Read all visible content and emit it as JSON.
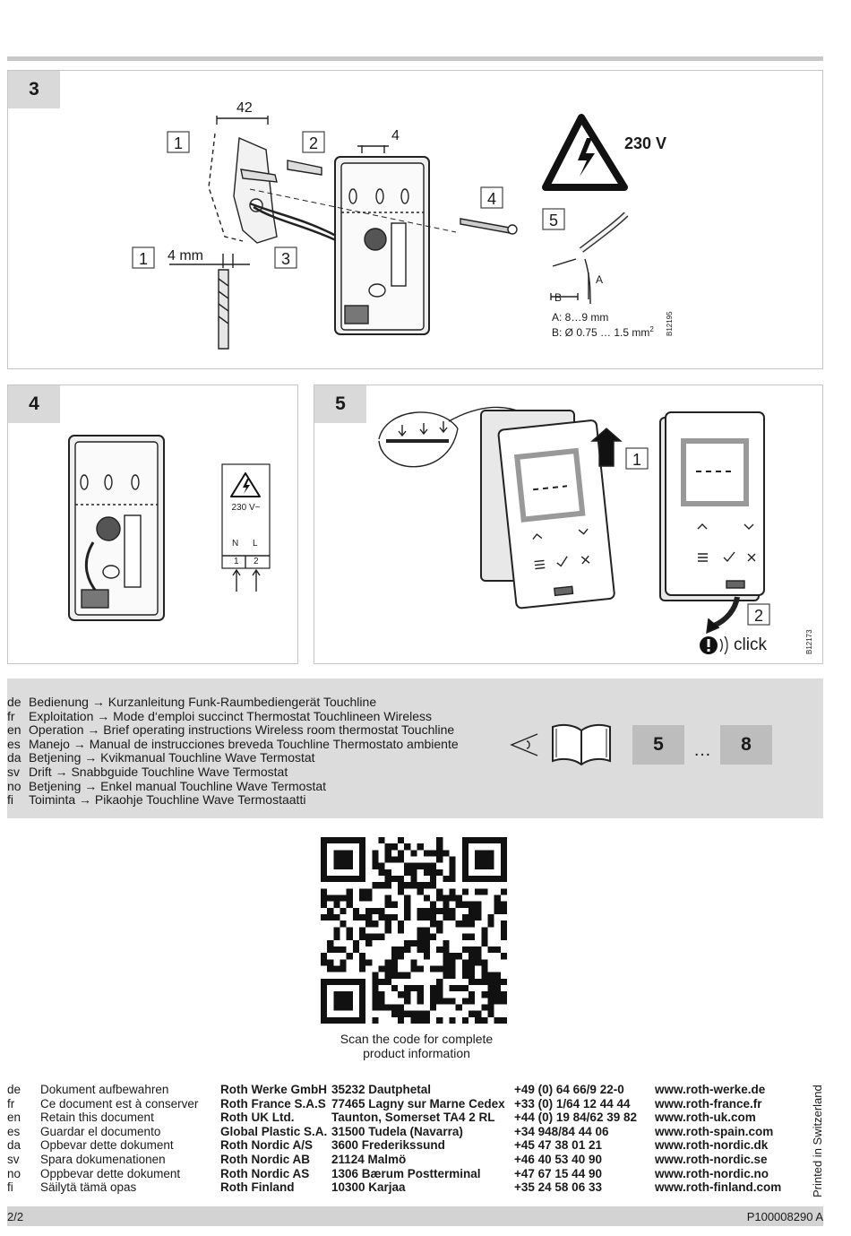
{
  "panels": {
    "step3": {
      "number": "3",
      "labels": {
        "dim_42": "42",
        "dim_4": "4",
        "dim_4mm": "4 mm",
        "callout_1a": "1",
        "callout_2": "2",
        "callout_1b": "1",
        "callout_3": "3",
        "callout_4": "4",
        "callout_5": "5",
        "voltage": "230 V",
        "a_label": "A",
        "b_label": "B"
      },
      "spec_a": "A: 8…9 mm",
      "spec_b": "B: Ø 0.75 … 1.5 mm",
      "spec_b_sup": "2",
      "ref_code": "B12195"
    },
    "step4": {
      "number": "4",
      "voltage_label": "230 V~",
      "terminal_n": "N",
      "terminal_l": "L",
      "terminal_1": "1",
      "terminal_2": "2"
    },
    "step5": {
      "number": "5",
      "callout_1": "1",
      "callout_2": "2",
      "click_label": "click",
      "ref_code": "B12173"
    }
  },
  "languages": [
    {
      "code": "de",
      "text": "Bedienung → Kurzanleitung Funk-Raumbediengerät Touchline"
    },
    {
      "code": "fr",
      "text": "Exploitation → Mode d‘emploi succinct Thermostat Touchlineen Wireless"
    },
    {
      "code": "en",
      "text": "Operation → Brief operating instructions Wireless room thermostat Touchline"
    },
    {
      "code": "es",
      "text": "Manejo → Manual de instrucciones breveda Touchline Thermostato ambiente"
    },
    {
      "code": "da",
      "text": "Betjening → Kvikmanual Touchline Wave Termostat"
    },
    {
      "code": "sv",
      "text": "Drift → Snabbguide Touchline Wave Termostat"
    },
    {
      "code": "no",
      "text": "Betjening → Enkel manual Touchline Wave Termostat"
    },
    {
      "code": "fi",
      "text": "Toiminta → Pikaohje Touchline Wave Termostaatti"
    }
  ],
  "page_ref": {
    "from": "5",
    "ellipsis": "…",
    "to": "8"
  },
  "qr_caption": [
    "Scan the code for complete",
    "product information"
  ],
  "keep_document": [
    {
      "code": "de",
      "text": "Dokument aufbewahren"
    },
    {
      "code": "fr",
      "text": "Ce document est à conserver"
    },
    {
      "code": "en",
      "text": "Retain this document"
    },
    {
      "code": "es",
      "text": "Guardar el documento"
    },
    {
      "code": "da",
      "text": "Opbevar dette dokument"
    },
    {
      "code": "sv",
      "text": "Spara dokumenationen"
    },
    {
      "code": "no",
      "text": "Oppbevar dette dokument"
    },
    {
      "code": "fi",
      "text": "Säilytä tämä opas"
    }
  ],
  "companies": [
    {
      "name": "Roth Werke GmbH",
      "address": "35232 Dautphetal",
      "phone": "+49 (0) 64 66/9 22-0",
      "web": "www.roth-werke.de"
    },
    {
      "name": "Roth France S.A.S",
      "address": "77465 Lagny sur Marne Cedex",
      "phone": "+33 (0) 1/64 12 44 44",
      "web": "www.roth-france.fr"
    },
    {
      "name": "Roth UK Ltd.",
      "address": "Taunton, Somerset TA4 2 RL",
      "phone": "+44 (0) 19 84/62 39 82",
      "web": "www.roth-uk.com"
    },
    {
      "name": "Global Plastic S.A.",
      "address": "31500 Tudela (Navarra)",
      "phone": "+34 948/84 44 06",
      "web": "www.roth-spain.com"
    },
    {
      "name": "Roth Nordic A/S",
      "address": "3600 Frederikssund",
      "phone": "+45 47 38 01 21",
      "web": "www.roth-nordic.dk"
    },
    {
      "name": "Roth Nordic AB",
      "address": "21124 Malmö",
      "phone": "+46 40 53 40 90",
      "web": "www.roth-nordic.se"
    },
    {
      "name": "Roth Nordic AS",
      "address": "1306 Bærum Postterminal",
      "phone": "+47 67 15 44 90",
      "web": "www.roth-nordic.no"
    },
    {
      "name": "Roth Finland",
      "address": "10300 Karjaa",
      "phone": "+35 24 58 06 33",
      "web": "www.roth-finland.com"
    }
  ],
  "printed_in": "Printed in Switzerland",
  "footer": {
    "page": "2/2",
    "doc_id": "P100008290 A"
  },
  "icons": [
    "warning-lightning-icon",
    "eye-icon",
    "book-icon",
    "qr-code",
    "alert-icon"
  ]
}
